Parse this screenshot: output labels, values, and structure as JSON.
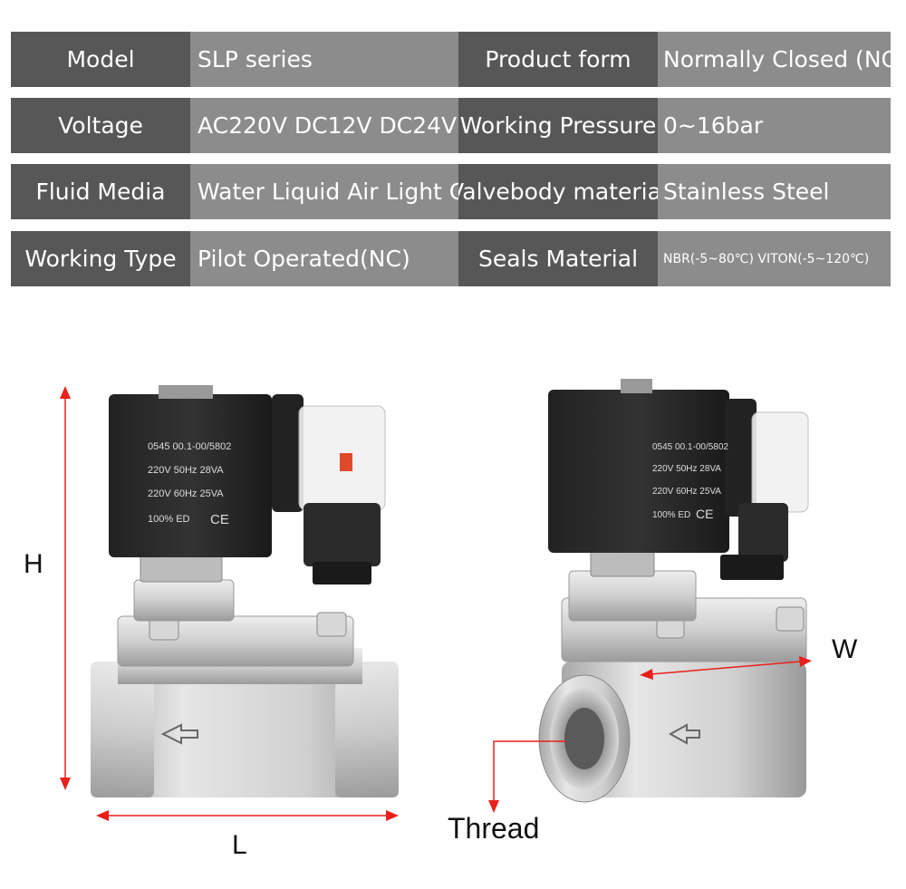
{
  "specs": [
    {
      "k1": "Model",
      "v1": "SLP series",
      "k2": "Product form",
      "v2": "Normally Closed (NC)"
    },
    {
      "k1": "Voltage",
      "v1": "AC220V DC12V DC24V",
      "k2": "Working Pressure",
      "v2": "0~16bar"
    },
    {
      "k1": "Fluid Media",
      "v1": "Water Liquid Air Light Oil",
      "k2": "Valvebody material",
      "v2": "Stainless Steel"
    },
    {
      "k1": "Working Type",
      "v1": "Pilot Operated(NC)",
      "k2": "Seals Material",
      "v2": "NBR(-5~80℃)  VITON(-5~120℃)"
    }
  ],
  "coil_left": {
    "l1": "0545 00.1-00/5802",
    "l2": "220V 50Hz 28VA",
    "l3": "220V 60Hz 25VA",
    "l4": "100% ED",
    "mark": "CE"
  },
  "coil_right": {
    "l1": "0545 00.1-00/5802",
    "l2": "220V 50Hz 28VA",
    "l3": "220V 60Hz 25VA",
    "l4": "100% ED",
    "mark": "CE"
  },
  "dims": {
    "h": "H",
    "l": "L",
    "w": "W",
    "thread": "Thread"
  },
  "colors": {
    "dark_cell": "#575757",
    "light_cell": "#8c8c8c",
    "arrow": "#e8201b"
  }
}
